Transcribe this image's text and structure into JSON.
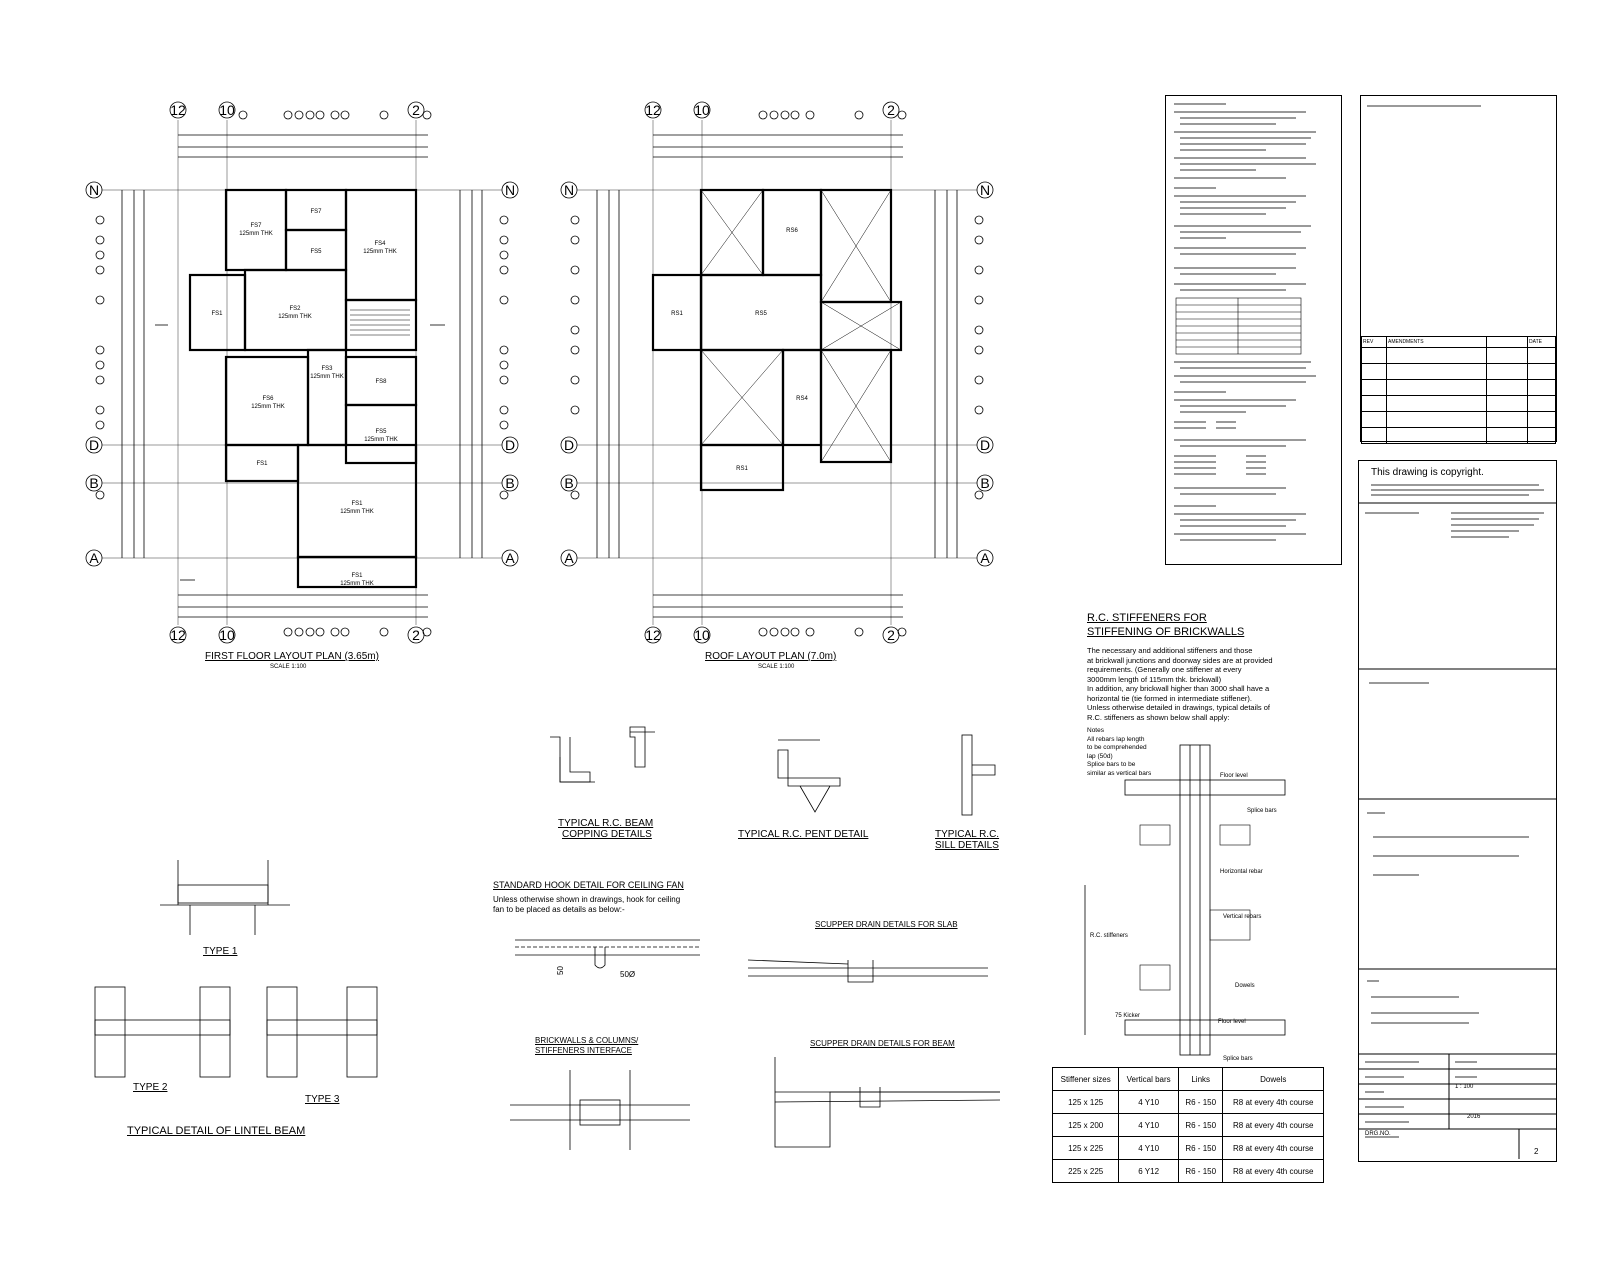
{
  "plans": {
    "first_floor": {
      "title": "FIRST FLOOR LAYOUT PLAN (3.65m)",
      "scale": "SCALE 1:100",
      "grid_top": [
        "12",
        "10",
        "2"
      ],
      "grid_side": [
        "N",
        "D",
        "B",
        "A"
      ],
      "rooms": [
        {
          "mark": "FS7",
          "thk": "125mm THK"
        },
        {
          "mark": "FS7",
          "thk": ""
        },
        {
          "mark": "FS5",
          "thk": ""
        },
        {
          "mark": "FS4",
          "thk": "125mm THK"
        },
        {
          "mark": "FS1",
          "thk": ""
        },
        {
          "mark": "FS2",
          "thk": "125mm THK"
        },
        {
          "mark": "FS6",
          "thk": "125mm THK"
        },
        {
          "mark": "FS3",
          "thk": "125mm THK"
        },
        {
          "mark": "FS8",
          "thk": ""
        },
        {
          "mark": "FS5",
          "thk": "125mm THK"
        },
        {
          "mark": "FS1",
          "thk": ""
        },
        {
          "mark": "FS1",
          "thk": "125mm THK"
        },
        {
          "mark": "FS1",
          "thk": "125mm THK"
        }
      ]
    },
    "roof": {
      "title": "ROOF LAYOUT PLAN (7.0m)",
      "scale": "SCALE 1:100",
      "grid_top": [
        "12",
        "10",
        "2"
      ],
      "grid_side": [
        "N",
        "D",
        "B",
        "A"
      ],
      "rooms": [
        {
          "mark": "RS6"
        },
        {
          "mark": "RS5"
        },
        {
          "mark": "RS1"
        },
        {
          "mark": "RS4"
        },
        {
          "mark": "RS1"
        }
      ]
    }
  },
  "details": {
    "beam_copping": [
      "TYPICAL R.C. BEAM",
      "COPPING DETAILS"
    ],
    "pent": "TYPICAL R.C. PENT DETAIL",
    "sill": [
      "TYPICAL R.C.",
      "SILL DETAILS"
    ],
    "hook_title": "STANDARD HOOK DETAIL FOR CEILING FAN",
    "hook_note": [
      "Unless otherwise shown in drawings, hook for ceiling",
      "fan to be placed as details as below:-"
    ],
    "hook_dim": "50",
    "hook_dim2": "50Ø",
    "scupper_slab": "SCUPPER DRAIN DETAILS FOR SLAB",
    "scupper_beam": "SCUPPER DRAIN DETAILS FOR BEAM",
    "brick_interface": [
      "BRICKWALLS & COLUMNS/",
      "STIFFENERS INTERFACE"
    ],
    "lintel_type1": "TYPE 1",
    "lintel_type2": "TYPE 2",
    "lintel_type3": "TYPE 3",
    "lintel_title": "TYPICAL DETAIL OF LINTEL BEAM"
  },
  "stiffeners": {
    "title": [
      "R.C. STIFFENERS FOR",
      "STIFFENING OF BRICKWALLS"
    ],
    "para": [
      "The necessary and additional stiffeners and those",
      "at brickwall junctions and doorway sides are at provided",
      "requirements. (Generally one stiffener at every",
      "3000mm length of 115mm thk. brickwall)",
      "In addition, any brickwall higher than 3000 shall have a",
      "horizontal tie (tie formed in intermediate stiffener).",
      "Unless otherwise detailed in drawings, typical details of",
      "R.C. stiffeners as shown below shall apply:"
    ],
    "notes": [
      "Notes",
      "All rebars lap length",
      "to be comprehended",
      "lap (50d)",
      "Splice bars to be",
      "similar as vertical bars"
    ],
    "labels": [
      "Floor level",
      "Splice bars",
      "Horizontal rebar",
      "Vertical rebars",
      "R.C. stiffeners",
      "Dowels",
      "Floor level",
      "Splice bars",
      "75 Kicker"
    ],
    "table_header": [
      "Stiffener sizes",
      "Vertical bars",
      "Links",
      "Dowels"
    ],
    "table_rows": [
      [
        "125 x 125",
        "4 Y10",
        "R6 - 150",
        "R8 at every 4th course"
      ],
      [
        "125 x 200",
        "4 Y10",
        "R6 - 150",
        "R8 at every 4th course"
      ],
      [
        "125 x 225",
        "4 Y10",
        "R6 - 150",
        "R8 at every 4th course"
      ],
      [
        "225 x 225",
        "6 Y12",
        "R6 - 150",
        "R8 at every 4th course"
      ]
    ]
  },
  "title_block": {
    "copyright": "This drawing is copyright.",
    "table_heads": [
      "REV",
      "AMENDMENTS",
      "DATE"
    ],
    "scale_value": "1 : 100",
    "date_value": "2016",
    "drawing_no_label": "DRG.NO.",
    "sheet": "2"
  }
}
